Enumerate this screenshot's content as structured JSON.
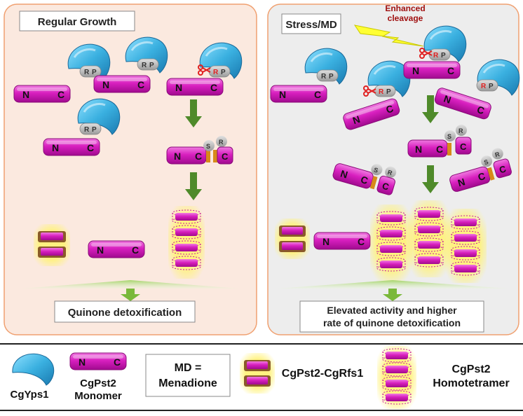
{
  "panels": {
    "left": {
      "title": "Regular Growth",
      "result": "Quinone detoxification"
    },
    "right": {
      "title": "Stress/MD",
      "cleavage_note_line1": "Enhanced",
      "cleavage_note_line2": "cleavage",
      "result_line1": "Elevated activity and higher",
      "result_line2": "rate of quinone detoxification"
    }
  },
  "markers": {
    "n": "N",
    "c": "C",
    "r": "R",
    "p": "P",
    "s": "S"
  },
  "legend": {
    "yps1": "CgYps1",
    "monomer_line1": "CgPst2",
    "monomer_line2": "Monomer",
    "md_line1": "MD =",
    "md_line2": "Menadione",
    "complex": "CgPst2-CgRfs1",
    "tetramer_line1": "CgPst2",
    "tetramer_line2": "Homotetramer"
  },
  "colors": {
    "left_panel_bg": "#fbe9df",
    "right_panel_bg": "#ededed",
    "panel_border": "#f0a070",
    "monomer": "#d81fbf",
    "yps1": "#3ab0e0",
    "arrow": "#4f8a2a",
    "orange_tag": "#d88a1a",
    "scissors": "#e02020",
    "lightning": "#ffff33",
    "cleavage_text": "#a01010"
  },
  "icons": [
    "scissors-icon",
    "lightning-bolt-icon",
    "down-arrow-icon"
  ]
}
